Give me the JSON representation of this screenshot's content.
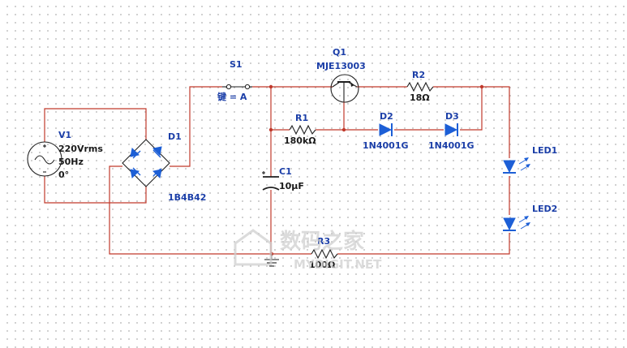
{
  "components": {
    "v1": {
      "ref": "V1",
      "voltage": "220Vrms",
      "freq": "50Hz",
      "phase": "0°"
    },
    "d1": {
      "ref": "D1",
      "value": "1B4B42"
    },
    "s1": {
      "ref": "S1",
      "key": "键 = A"
    },
    "q1": {
      "ref": "Q1",
      "value": "MJE13003"
    },
    "r1": {
      "ref": "R1",
      "value": "180kΩ"
    },
    "r2": {
      "ref": "R2",
      "value": "18Ω"
    },
    "r3": {
      "ref": "R3",
      "value": "100Ω"
    },
    "c1": {
      "ref": "C1",
      "value": "10µF"
    },
    "d2": {
      "ref": "D2",
      "value": "1N4001G"
    },
    "d3": {
      "ref": "D3",
      "value": "1N4001G"
    },
    "led1": {
      "ref": "LED1"
    },
    "led2": {
      "ref": "LED2"
    }
  },
  "watermark": {
    "cn": "数码之家",
    "url": "MYDIGIT.NET"
  },
  "colors": {
    "wire": "#c0392b",
    "component": "#1f1f1f",
    "diode": "#1d5fd6",
    "label": "#1c3fa8"
  }
}
